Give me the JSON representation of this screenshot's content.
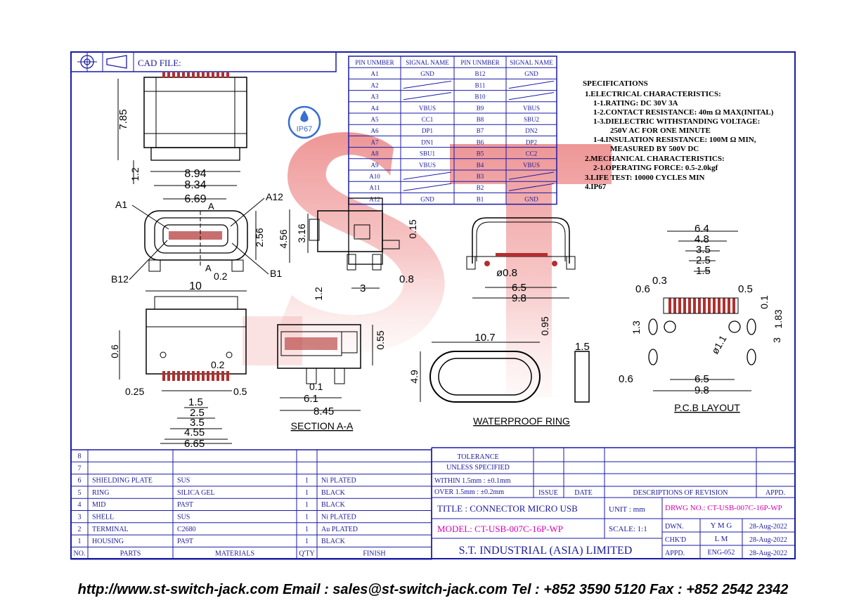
{
  "header": {
    "cad_label": "CAD FILE:"
  },
  "pin_table": {
    "headers": [
      "PIN UNMBER",
      "SIGNAL NAME",
      "PIN UNMBER",
      "SIGNAL NAME"
    ],
    "rows": [
      [
        "A1",
        "GND",
        "B12",
        "GND"
      ],
      [
        "A2",
        "",
        "B11",
        ""
      ],
      [
        "A3",
        "",
        "B10",
        ""
      ],
      [
        "A4",
        "VBUS",
        "B9",
        "VBUS"
      ],
      [
        "A5",
        "CC1",
        "B8",
        "SBU2"
      ],
      [
        "A6",
        "DP1",
        "B7",
        "DN2"
      ],
      [
        "A7",
        "DN1",
        "B6",
        "DP2"
      ],
      [
        "A8",
        "SBU1",
        "B5",
        "CC2"
      ],
      [
        "A9",
        "VBUS",
        "B4",
        "VBUS"
      ],
      [
        "A10",
        "",
        "B3",
        ""
      ],
      [
        "A11",
        "",
        "B2",
        ""
      ],
      [
        "A12",
        "GND",
        "B1",
        "GND"
      ]
    ]
  },
  "specs": [
    "SPECIFICATIONS",
    "1.ELECTRICAL  CHARACTERISTICS:",
    "1-1.RATING:  DC 30V  3A",
    "1-2.CONTACT  RESISTANCE:  40m Ω MAX(INITAL)",
    "1-3.DIELECTRIC  WITHSTANDING  VOLTAGE:",
    "250V  AC  FOR  ONE  MINUTE",
    "1-4.INSULATION  RESISTANCE:  100M Ω MIN,",
    "MEASURED  BY  500V  DC",
    "2.MECHANICAL  CHARACTERISTICS:",
    "2-1.OPERATING  FORCE:  0.5-2.0kgf",
    "3.LIFE  TEST:  10000  CYCLES  MIN",
    "4.IP67"
  ],
  "badge": "IP67",
  "dims": {
    "d785": "7.85",
    "d12": "1.2",
    "d894": "8.94",
    "d834": "8.34",
    "d669": "6.69",
    "a_top": "A",
    "a_bot": "A",
    "a1": "A1",
    "a12": "A12",
    "b12": "B12",
    "b1": "B1",
    "d256": "2.56",
    "d02a": "0.2",
    "d10": "10",
    "d456": "4.56",
    "d316": "3.16",
    "d015": "0.15",
    "d12b": "1.2",
    "d3": "3",
    "d08": "0.8",
    "phi08": "ø0.8",
    "d65a": "6.5",
    "d98a": "9.8",
    "d64": "6.4",
    "d48": "4.8",
    "d35a": "3.5",
    "d25a": "2.5",
    "d15a": "1.5",
    "d03": "0.3",
    "d06a": "0.6",
    "d05a": "0.5",
    "d01": "0.1",
    "d183": "1.83",
    "d13": "1.3",
    "d3b": "3",
    "phi11": "ø1.1",
    "d06b": "0.6",
    "d65b": "6.5",
    "d98b": "9.8",
    "d06c": "0.6",
    "d02b": "0.2",
    "d025": "0.25",
    "d05b": "0.5",
    "d15b": "1.5",
    "d25b": "2.5",
    "d35b": "3.5",
    "d455": "4.55",
    "d665": "6.65",
    "d055": "0.55",
    "d01b": "0.1",
    "d61": "6.1",
    "d845": "8.45",
    "d107": "10.7",
    "d095": "0.95",
    "d15c": "1.5",
    "d49": "4.9"
  },
  "view_labels": {
    "section": "SECTION  A-A",
    "ring": "WATERPROOF  RING",
    "pcb": "P.C.B  LAYOUT"
  },
  "bom": {
    "rows": [
      {
        "no": "8",
        "part": "",
        "mat": "",
        "qty": "",
        "fin": ""
      },
      {
        "no": "7",
        "part": "",
        "mat": "",
        "qty": "",
        "fin": ""
      },
      {
        "no": "6",
        "part": "SHIELDING PLATE",
        "mat": "SUS",
        "qty": "1",
        "fin": "Ni PLATED"
      },
      {
        "no": "5",
        "part": "RING",
        "mat": "SILICA GEL",
        "qty": "1",
        "fin": "BLACK"
      },
      {
        "no": "4",
        "part": "MID",
        "mat": "PA9T",
        "qty": "1",
        "fin": "BLACK"
      },
      {
        "no": "3",
        "part": "SHELL",
        "mat": "SUS",
        "qty": "1",
        "fin": "Ni PLATED"
      },
      {
        "no": "2",
        "part": "TERMINAL",
        "mat": "C2680",
        "qty": "1",
        "fin": "Au PLATED"
      },
      {
        "no": "1",
        "part": "HOUSING",
        "mat": "PA9T",
        "qty": "1",
        "fin": "BLACK"
      }
    ],
    "headers": {
      "no": "NO.",
      "part": "PARTS",
      "mat": "MATERIALS",
      "qty": "Q'TY",
      "fin": "FINISH"
    }
  },
  "title_block": {
    "tol1": "TOLERANCE",
    "tol2": "UNLESS   SPECIFIED",
    "within": "WITHIN  1.5mm : ±0.1mm",
    "over": "OVER    1.5mm : ±0.2mm",
    "issue": "ISSUE",
    "date": "DATE",
    "desc": "DESCRIPTIONS  OF  REVISION",
    "appd": "APPD.",
    "title": "TITLE : CONNECTOR MICRO USB",
    "unit": "UNIT :  mm",
    "drwg": "DRWG NO.: CT-USB-007C-16P-WP",
    "model": "MODEL: CT-USB-007C-16P-WP",
    "scale": "SCALE:  1:1",
    "dwn": "DWN.",
    "dwn_by": "Y M G",
    "dwn_date": "28-Aug-2022",
    "chkd": "CHK'D",
    "chkd_by": "L M",
    "chkd_date": "28-Aug-2022",
    "appd2": "APPD.",
    "appd_by": "ENG-052",
    "appd_date": "28-Aug-2022",
    "company": "S.T.  INDUSTRIAL  (ASIA)  LIMITED"
  },
  "footer": "http://www.st-switch-jack.com  Email : sales@st-switch-jack.com  Tel : +852 3590 5120  Fax : +852 2542 2342",
  "colors": {
    "frame": "#1a1aa8",
    "watermark": "#e24a4a",
    "magenta": "#d400b0"
  }
}
